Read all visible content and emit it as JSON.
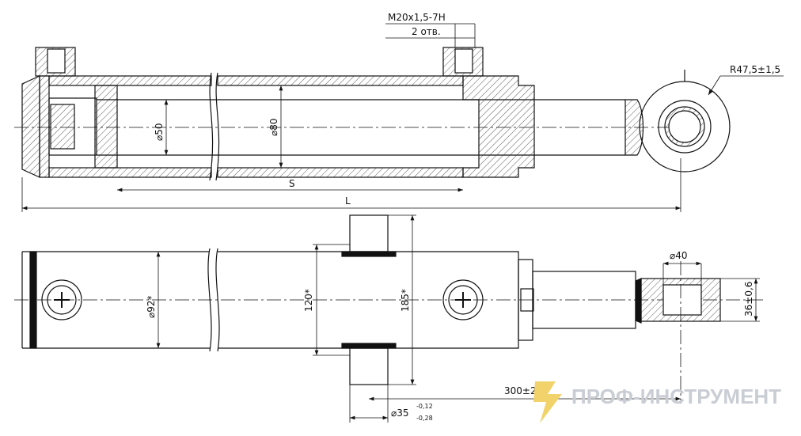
{
  "dimensions": {
    "thread_top": "M20x1,5-7H",
    "thread_bottom": "2 отв.",
    "radius": "R47,5±1,5",
    "rod_diameter": "⌀50",
    "bore_diameter": "⌀80",
    "stroke": "S",
    "length": "L",
    "outer_diameter": "⌀92*",
    "inner_mount_width": "120*",
    "outer_mount_width": "185*",
    "eye_width": "36±0,6",
    "eye_bore": "⌀40",
    "trunnion_offset": "300±2,5",
    "trunnion_diameter": "⌀35",
    "trunnion_tol_upper": "-0,12",
    "trunnion_tol_lower": "-0,28"
  },
  "watermark": {
    "text": "ПРОФ-ИНСТРУМЕНТ",
    "colors": {
      "logo_yellow": "#f2d36b",
      "logo_grey": "#c9cdd4"
    }
  }
}
